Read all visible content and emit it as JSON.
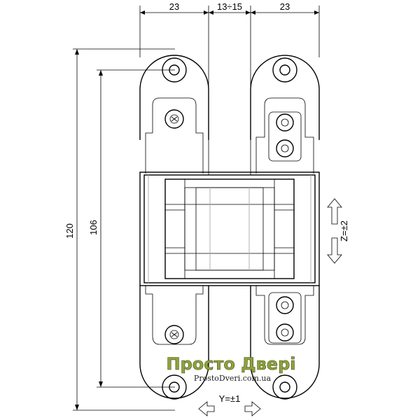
{
  "dimensions": {
    "top_left_width": "23",
    "top_gap": "13÷15",
    "top_right_width": "23",
    "overall_height": "120",
    "hole_spacing": "106"
  },
  "adjustments": {
    "z_label": "Z=±2",
    "y_label": "Y=±1"
  },
  "watermark": {
    "brand": "Просто Двері",
    "url": "ProstoDveri.com.ua"
  },
  "colors": {
    "line": "#000000",
    "watermark_fill": "#8fa23a"
  }
}
